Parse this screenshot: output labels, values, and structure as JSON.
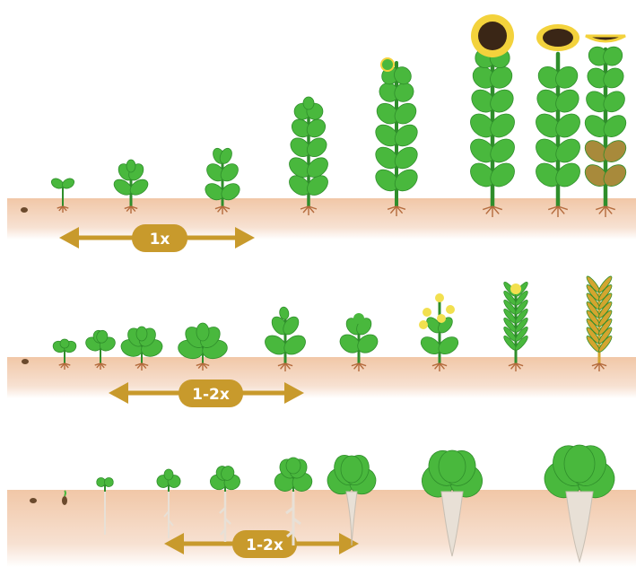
{
  "colors": {
    "soil_top": "#f1c7a7",
    "soil_bottom": "#ffffff",
    "arrow": "#c89a2c",
    "leaf": "#49b83d",
    "leaf_dark": "#2f8e2b",
    "root": "#b46b3d",
    "white_root": "#e8e0d6",
    "sunflower_petal": "#f3d23c",
    "sunflower_center": "#3a2616",
    "rapeseed_flower": "#f2e04f",
    "ripe": "#d4a52f",
    "seed": "#6b4a2d"
  },
  "rows": [
    {
      "id": "sunflower",
      "label": "1x",
      "stages": [
        "seed",
        "cotyledon",
        "two-leaf",
        "four-leaf",
        "eight-leaf",
        "bud",
        "flowering",
        "seed-filling",
        "maturity"
      ]
    },
    {
      "id": "rapeseed",
      "label": "1-2x",
      "stages": [
        "seed",
        "cotyledon",
        "two-leaf",
        "rosette",
        "rosette-large",
        "stem-elongation",
        "bud",
        "flowering",
        "pod-filling",
        "maturity"
      ]
    },
    {
      "id": "sugar-beet",
      "label": "1-2x",
      "stages": [
        "seed",
        "germination",
        "cotyledon",
        "two-leaf",
        "four-leaf",
        "six-leaf",
        "canopy",
        "root-growth",
        "maturity"
      ]
    }
  ]
}
